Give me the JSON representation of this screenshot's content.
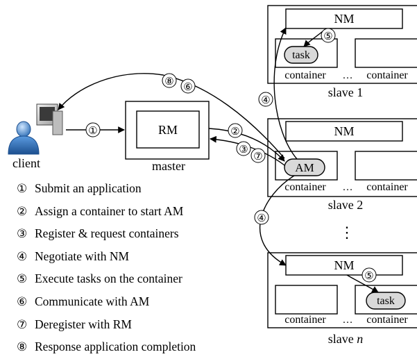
{
  "client": {
    "label": "client"
  },
  "master": {
    "label": "master",
    "rm": "RM"
  },
  "slaves": [
    {
      "label": "slave 1",
      "nm": "NM",
      "pill": "task",
      "containers": [
        "container",
        "container"
      ],
      "dots": "…"
    },
    {
      "label": "slave 2",
      "nm": "NM",
      "pill": "AM",
      "containers": [
        "container",
        "container"
      ],
      "dots": "…"
    },
    {
      "label": "slave n",
      "nm": "NM",
      "pill": "task",
      "containers": [
        "container",
        "container"
      ],
      "dots": "…"
    }
  ],
  "vertical_dots": "⋮",
  "step_markers": {
    "s1": "①",
    "s2": "②",
    "s3": "③",
    "s4a": "④",
    "s4b": "④",
    "s5a": "⑤",
    "s5b": "⑤",
    "s6": "⑥",
    "s7": "⑦",
    "s8": "⑧"
  },
  "legend": [
    {
      "num": "①",
      "text": "Submit an application"
    },
    {
      "num": "②",
      "text": "Assign a container to start AM"
    },
    {
      "num": "③",
      "text": "Register & request containers"
    },
    {
      "num": "④",
      "text": "Negotiate with NM"
    },
    {
      "num": "⑤",
      "text": "Execute tasks on the container"
    },
    {
      "num": "⑥",
      "text": "Communicate with AM"
    },
    {
      "num": "⑦",
      "text": "Deregister with RM"
    },
    {
      "num": "⑧",
      "text": "Response application completion"
    }
  ]
}
